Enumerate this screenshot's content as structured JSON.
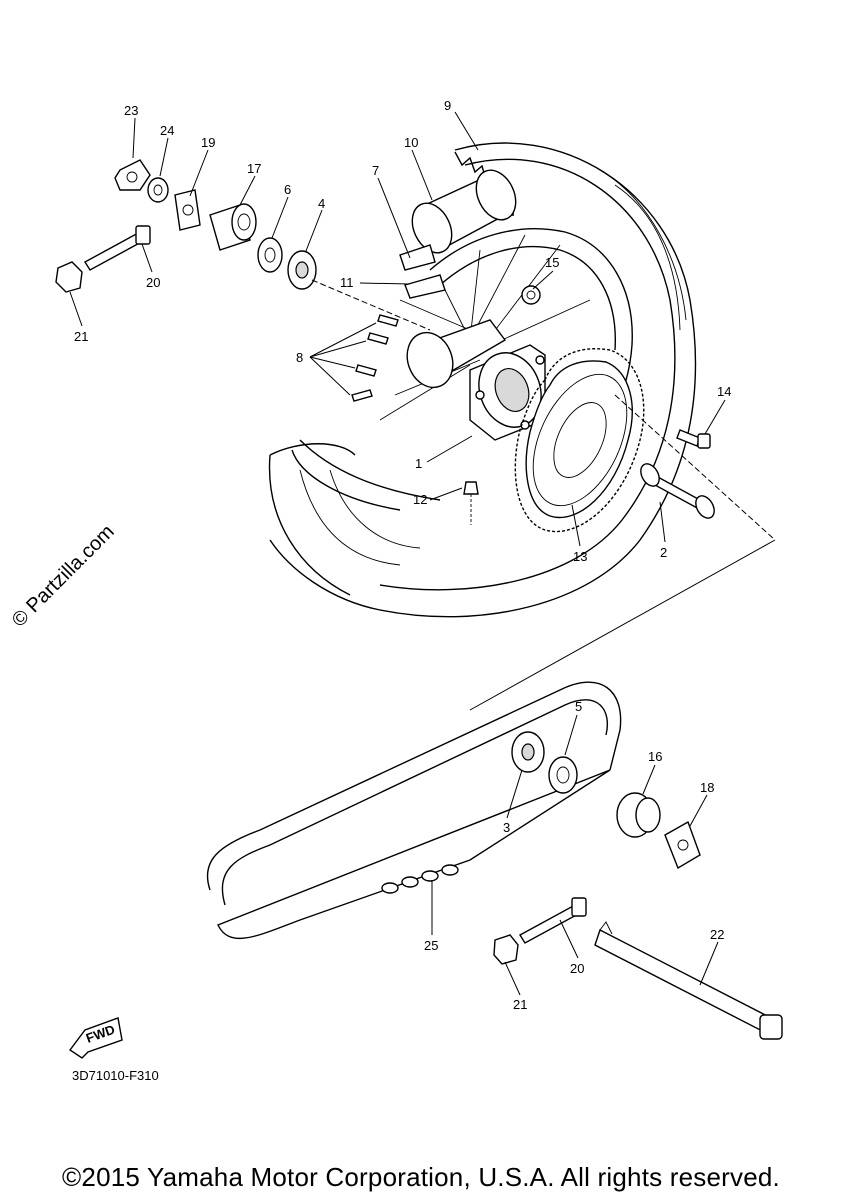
{
  "watermark": "© Partzilla.com",
  "diagram_code": "3D71010-F310",
  "fwd_label": "FWD",
  "copyright": "©2015 Yamaha Motor Corporation, U.S.A. All rights reserved.",
  "callouts": {
    "c1": "1",
    "c2": "2",
    "c3": "3",
    "c4": "4",
    "c5": "5",
    "c6": "6",
    "c7": "7",
    "c8": "8",
    "c9": "9",
    "c10": "10",
    "c11": "11",
    "c12": "12",
    "c13": "13",
    "c14": "14",
    "c15": "15",
    "c16": "16",
    "c17": "17",
    "c18": "18",
    "c19": "19",
    "c20a": "20",
    "c20b": "20",
    "c21a": "21",
    "c21b": "21",
    "c22": "22",
    "c23": "23",
    "c24": "24",
    "c25": "25"
  }
}
